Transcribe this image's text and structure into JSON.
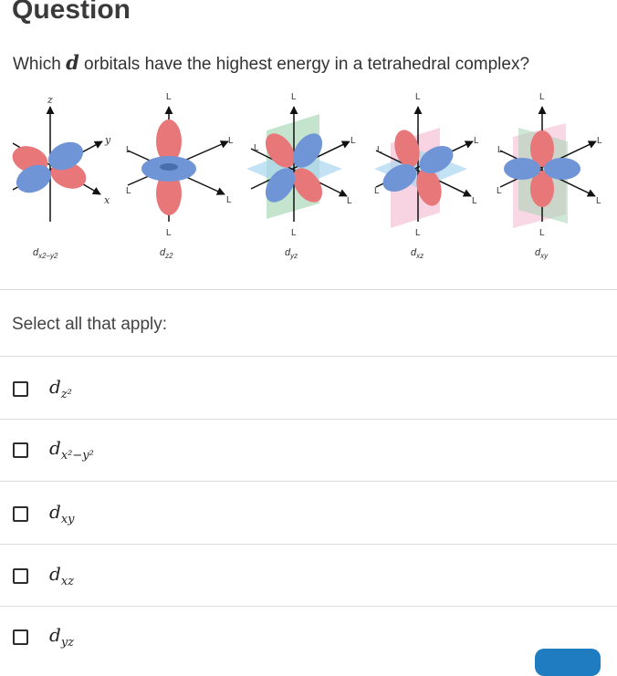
{
  "page": {
    "title": "Question",
    "question_prefix": "Which",
    "question_var": "d",
    "question_suffix": "orbitals have the highest energy in a tetrahedral complex?",
    "prompt": "Select all that apply:"
  },
  "figure": {
    "axis_labels": {
      "z": "z",
      "y": "y",
      "x": "x"
    },
    "ligand_label": "L",
    "orbital_labels": [
      {
        "main": "d",
        "sub": "x2–y2"
      },
      {
        "main": "d",
        "sub": "z2"
      },
      {
        "main": "d",
        "sub": "yz"
      },
      {
        "main": "d",
        "sub": "xz"
      },
      {
        "main": "d",
        "sub": "xy"
      }
    ]
  },
  "options": [
    {
      "main": "d",
      "sub": "z²",
      "checked": false
    },
    {
      "main": "d",
      "sub": "x²−y²",
      "checked": false
    },
    {
      "main": "d",
      "sub": "xy",
      "checked": false
    },
    {
      "main": "d",
      "sub": "xz",
      "checked": false
    },
    {
      "main": "d",
      "sub": "yz",
      "checked": false
    }
  ],
  "colors": {
    "red_lobe": "#e8777a",
    "blue_lobe": "#6f95d6",
    "plane_green": "#9fd2ae",
    "plane_blue": "#a9d6ef",
    "plane_pink": "#f4b8cf",
    "button": "#1f7cc1"
  }
}
